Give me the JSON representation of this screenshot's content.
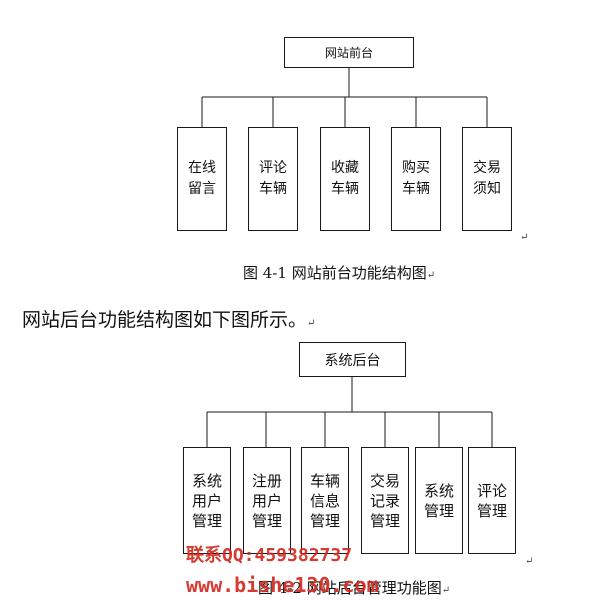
{
  "front": {
    "root": "网站前台",
    "children": [
      "在线\n留言",
      "评论\n车辆",
      "收藏\n车辆",
      "购买\n车辆",
      "交易\n须知"
    ],
    "caption": "图 4-1 网站前台功能结构图"
  },
  "paragraph": "网站后台功能结构图如下图所示。",
  "back": {
    "root": "系统后台",
    "children": [
      "系统\n用户\n管理",
      "注册\n用户\n管理",
      "车辆\n信息\n管理",
      "交易\n记录\n管理",
      "系统\n管理",
      "评论\n管理"
    ],
    "caption": "图 4-2 网站后台管理功能图"
  },
  "return_mark": "↵",
  "watermark": {
    "line1": "联系QQ:459382737",
    "line2": "www.bishe130.com",
    "color": "#d42a20"
  }
}
